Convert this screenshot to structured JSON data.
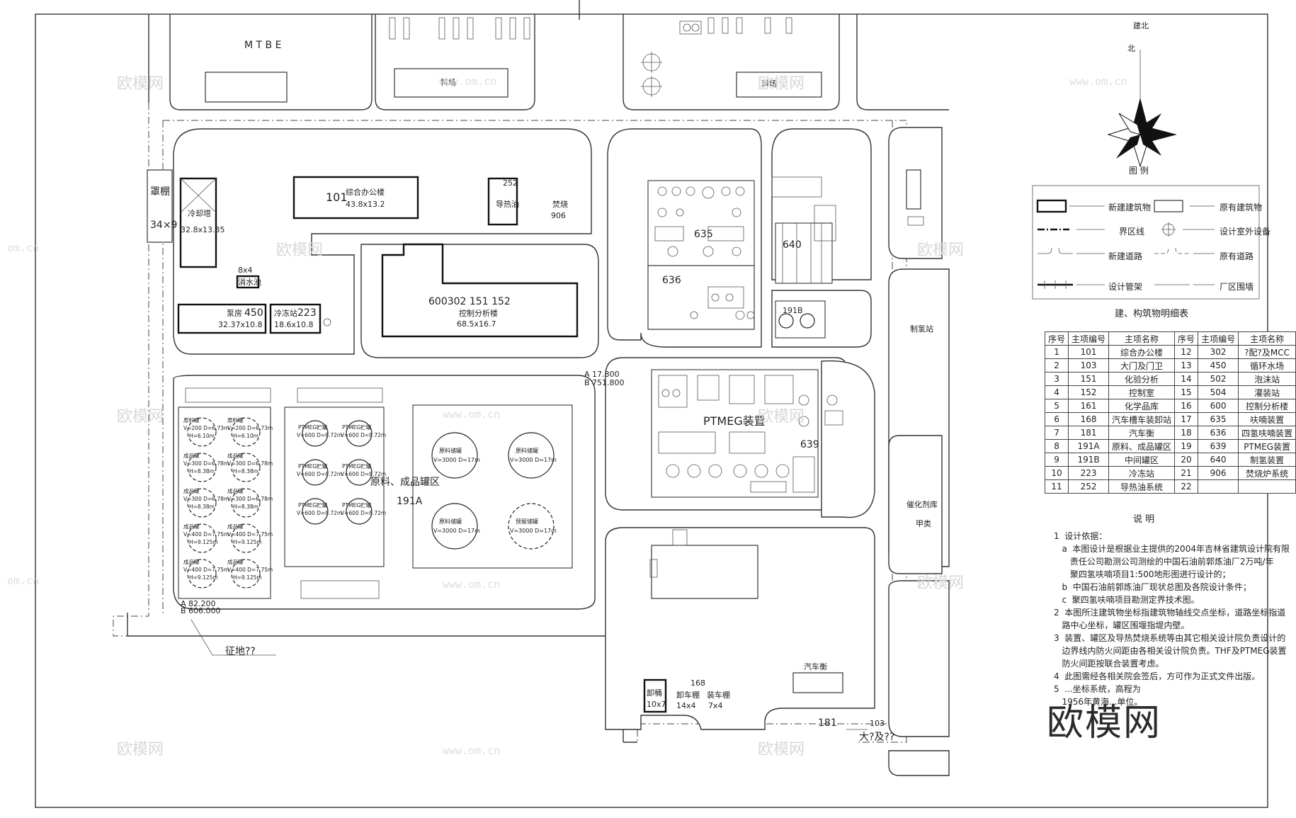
{
  "labels": {
    "mtbe": "M T B E",
    "stockyard1": "料场",
    "stockyard2": "料场",
    "canopy": "罩棚",
    "canopy_size": "34×9",
    "cooling_tower": "冷却塔",
    "cooling_tower_size": "32.8x13.35",
    "fire_pool_size": "8x4",
    "fire_pool": "消水池",
    "office_num": "101",
    "office_name": "综合办公楼",
    "office_size": "43.8x13.2",
    "oil_num": "252",
    "oil_name": "导热油",
    "furnace_name": "焚烧",
    "furnace_num": "906",
    "pump_name": "泵房",
    "pump_num": "450",
    "pump_size": "32.37x10.8",
    "freeze_name": "冷冻站",
    "freeze_num": "223",
    "freeze_size": "18.6x10.8",
    "control_nums": "600302  151  152",
    "control_name": "控制分析楼",
    "control_size": "68.5x16.7",
    "u635": "635",
    "u636": "636",
    "u640": "640",
    "u191b": "191B",
    "hydrogen_station": "制氢站",
    "ptmeg_label": "PTMEG装置",
    "u639": "639",
    "tank_area": "原料、成品罐区",
    "tank_area_num": "191A",
    "catalyst_store": "催化剂库",
    "catalyst_class": "甲类",
    "requisition": "征地??",
    "truck_scale": "汽车衡",
    "u168": "168",
    "unload_shed": "卸桶",
    "unload_shed_size": "10x7",
    "unload_car": "卸车棚",
    "unload_car_size": "14x4",
    "load_car": "装车棚",
    "load_car_size": "7x4",
    "u181": "181",
    "u103": "103",
    "gate": "大?及??",
    "coord_a1": "A 17.800",
    "coord_b1": "B 751.800",
    "coord_a2": "A 82.200",
    "coord_b2": "B 606.000",
    "north_cn": "建北",
    "north": "北"
  },
  "tanks_small": [
    {
      "name": "原料罐",
      "v": "V=200 D=6.73m",
      "h": "H=6.10m"
    },
    {
      "name": "原料罐",
      "v": "V=200 D=6.73m",
      "h": "H=6.10m"
    },
    {
      "name": "成品罐",
      "v": "V=300 D=6.78m",
      "h": "H=8.38m"
    },
    {
      "name": "成品罐",
      "v": "V=300 D=6.78m",
      "h": "H=8.38m"
    },
    {
      "name": "成品罐",
      "v": "V=300 D=6.78m",
      "h": "H=8.38m"
    },
    {
      "name": "成品罐",
      "v": "V=300 D=6.78m",
      "h": "H=8.38m"
    },
    {
      "name": "成品罐",
      "v": "V=400 D=7.75m",
      "h": "H=9.125m"
    },
    {
      "name": "成品罐",
      "v": "V=400 D=7.75m",
      "h": "H=9.125m"
    },
    {
      "name": "成品罐",
      "v": "V=400 D=7.75m",
      "h": "H=9.125m"
    },
    {
      "name": "成品罐",
      "v": "V=400 D=7.75m",
      "h": "H=9.125m"
    }
  ],
  "tanks_ptmeg": [
    {
      "name": "PTMEG贮罐",
      "v": "V=600 D=8.72m"
    },
    {
      "name": "PTMEG贮罐",
      "v": "V=600 D=8.72m"
    },
    {
      "name": "PTMEG贮罐",
      "v": "V=600 D=8.72m"
    },
    {
      "name": "PTMEG贮罐",
      "v": "V=600 D=8.72m"
    },
    {
      "name": "PTMEG贮罐",
      "v": "V=600 D=8.72m"
    },
    {
      "name": "PTMEG贮罐",
      "v": "V=600 D=8.72m"
    }
  ],
  "tanks_big": [
    {
      "name": "原料储罐",
      "v": "V=3000 D=17m"
    },
    {
      "name": "原料储罐",
      "v": "V=3000 D=17m"
    },
    {
      "name": "原料储罐",
      "v": "V=3000 D=17m"
    },
    {
      "name": "预留储罐",
      "v": "V=3000 D=17m"
    }
  ],
  "legend": {
    "title": "图   例",
    "items": [
      {
        "label": "新建建筑物"
      },
      {
        "label": "原有建筑物"
      },
      {
        "label": "界区线"
      },
      {
        "label": "设计室外设备"
      },
      {
        "label": "新建道路"
      },
      {
        "label": "原有道路"
      },
      {
        "label": "设计管架"
      },
      {
        "label": "厂区围墙"
      }
    ]
  },
  "table": {
    "title": "建、构筑物明细表",
    "headers": [
      "序号",
      "主项编号",
      "主项名称",
      "序号",
      "主项编号",
      "主项名称"
    ],
    "rows": [
      [
        "1",
        "101",
        "综合办公楼",
        "12",
        "302",
        "?配?及MCC"
      ],
      [
        "2",
        "103",
        "大门及门卫",
        "13",
        "450",
        "循环水场"
      ],
      [
        "3",
        "151",
        "化验分析",
        "14",
        "502",
        "泡沫站"
      ],
      [
        "4",
        "152",
        "控制室",
        "15",
        "504",
        "灌装站"
      ],
      [
        "5",
        "161",
        "化学品库",
        "16",
        "600",
        "控制分析楼"
      ],
      [
        "6",
        "168",
        "汽车槽车装卸站",
        "17",
        "635",
        "呋喃装置"
      ],
      [
        "7",
        "181",
        "汽车衡",
        "18",
        "636",
        "四氢呋喃装置"
      ],
      [
        "8",
        "191A",
        "原料、成品罐区",
        "19",
        "639",
        "PTMEG装置"
      ],
      [
        "9",
        "191B",
        "中间罐区",
        "20",
        "640",
        "制氢装置"
      ],
      [
        "10",
        "223",
        "冷冻站",
        "21",
        "906",
        "焚烧炉系统"
      ],
      [
        "11",
        "252",
        "导热油系统",
        "22",
        "",
        ""
      ]
    ]
  },
  "notes": {
    "title": "说   明",
    "lines": [
      "1  设计依据：",
      "   a  本图设计是根据业主提供的2004年吉林省建筑设计院有限",
      "      责任公司勘测公司测绘的中国石油前郭炼油厂2万吨/年",
      "      聚四氢呋喃项目1:500地形图进行设计的；",
      "   b  中国石油前郭炼油厂现状总图及各院设计条件；",
      "   c  聚四氢呋喃项目勘测定界技术图。",
      "2  本图所注建筑物坐标指建筑物轴线交点坐标，道路坐标指道",
      "   路中心坐标，罐区围堰指堤内壁。",
      "3  装置、罐区及导热焚烧系统等由其它相关设计院负责设计的",
      "   边界线内防火间距由各相关设计院负责。THF及PTMEG装置",
      "   防火间距按联合装置考虑。",
      "4  此图需经各相关院会签后，方可作为正式文件出版。",
      "5  ...坐标系统，高程为",
      "   1956年黄海...单位。"
    ]
  },
  "watermarks": {
    "brand": "欧模网",
    "url": "www.om.cn",
    "url_short": "om.cn"
  }
}
